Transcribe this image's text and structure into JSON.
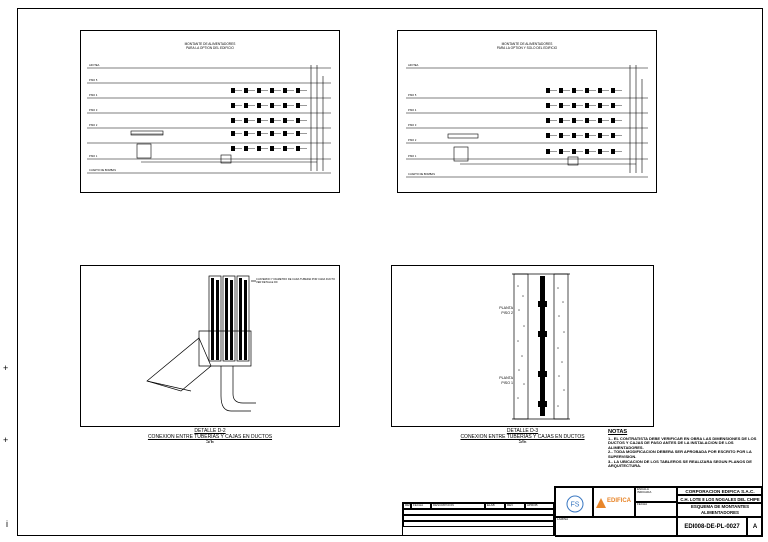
{
  "sheet": {
    "left_marks": [
      "+",
      "+",
      "i"
    ]
  },
  "panel1": {
    "title_line1": "MONTANTE DE ALIMENTADORES",
    "title_line2": "PARA LA OPTION DEL EDIFICIO",
    "floors": [
      "AZOTEA",
      "PISO 5",
      "PISO 4",
      "PISO 3",
      "PISO 2",
      "PISO 1",
      "CUARTO DE BOMBAS"
    ]
  },
  "panel2": {
    "title_line1": "MONTANTE DE ALIMENTADORES",
    "title_line2": "PARA LA OPTION Y SOLO DEL EDIFICIO",
    "floors": [
      "AZOTEA",
      "PISO 5",
      "PISO 4",
      "PISO 3",
      "PISO 2",
      "PISO 1",
      "CUARTO DE BOMBAS"
    ]
  },
  "panel3": {
    "callout": "CUATERNO Y DIAMETRO DE CADA TUBERIA POR CADA DUCTO VER DETALLE D9",
    "caption_line1": "DETALLE D-2",
    "caption_line2": "CONEXION ENTRE TUBERIAS Y CAJAS EN DUCTOS",
    "caption_line3": "S/E"
  },
  "panel4": {
    "label_upper_1": "PLANTA",
    "label_upper_2": "PISO 2",
    "label_lower_1": "PLANTA",
    "label_lower_2": "PISO 1",
    "caption_line1": "DETALLE D-3",
    "caption_line2": "CONEXION ENTRE TUBERIAS Y CAJAS EN DUCTOS",
    "caption_line3": "S/E"
  },
  "notes": {
    "heading": "NOTAS",
    "items": [
      "1.- EL CONTRATISTA DEBE VERIFICAR EN OBRA LAS DIMENSIONES DE LOS DUCTOS Y CAJAS DE PASO ANTES DE LA INSTALACION DE LOS ALIMENTADORES.",
      "2.- TODA MODIFICACION DEBERA SER APROBADA POR ESCRITO POR LA SUPERVISION.",
      "3.- LA UBICACION DE LOS TABLEROS SE REALIZARA SEGUN PLANOS DE ARQUITECTURA."
    ]
  },
  "titleblock": {
    "company": "CORPORACION EDIFICA S.A.C.",
    "project": "C.H. LOTE 8 LOS NOGALES DEL CHIPE",
    "drawing_title_1": "ESQUEMA DE MONTANTES",
    "drawing_title_2": "ALIMENTADORES",
    "drawing_code": "EDI008-DE-PL-0027",
    "revision": "A",
    "brand": "EDIFICA",
    "scale_label": "ESCALA",
    "scale_value": "INDICADA",
    "sheet_label": "LAMINA",
    "date_label": "FECHA",
    "rev_headers": [
      "REV",
      "FECHA",
      "DESCRIPCION",
      "ELAB",
      "REV",
      "APROB"
    ]
  },
  "colors": {
    "ink": "#000000",
    "brand_orange": "#e8862a",
    "logo_blue": "#3a78c2"
  }
}
